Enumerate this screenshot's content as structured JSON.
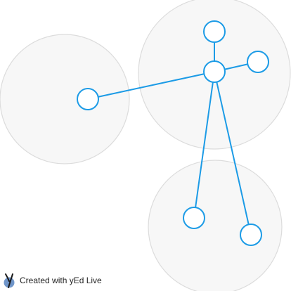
{
  "diagram": {
    "type": "network",
    "colors": {
      "edge": "#1c9be6",
      "node_stroke": "#1c9be6",
      "node_fill": "#ffffff",
      "group_fill": "#f7f7f7",
      "group_stroke": "#dcdcdc"
    },
    "groups": [
      {
        "id": "group-left"
      },
      {
        "id": "group-top-right"
      },
      {
        "id": "group-bottom-right"
      }
    ],
    "nodes": [
      {
        "id": "n-left",
        "group": "group-left"
      },
      {
        "id": "n-hub",
        "group": "group-top-right"
      },
      {
        "id": "n-top",
        "group": "group-top-right"
      },
      {
        "id": "n-right",
        "group": "group-top-right"
      },
      {
        "id": "n-bottom-left",
        "group": "group-bottom-right"
      },
      {
        "id": "n-bottom-right",
        "group": "group-bottom-right"
      }
    ],
    "edges": [
      {
        "from": "n-left",
        "to": "n-hub"
      },
      {
        "from": "n-hub",
        "to": "n-top"
      },
      {
        "from": "n-hub",
        "to": "n-right"
      },
      {
        "from": "n-hub",
        "to": "n-bottom-left"
      },
      {
        "from": "n-hub",
        "to": "n-bottom-right"
      }
    ]
  },
  "credit": {
    "icon": "yed-logo-icon",
    "text": "Created with yEd Live"
  }
}
